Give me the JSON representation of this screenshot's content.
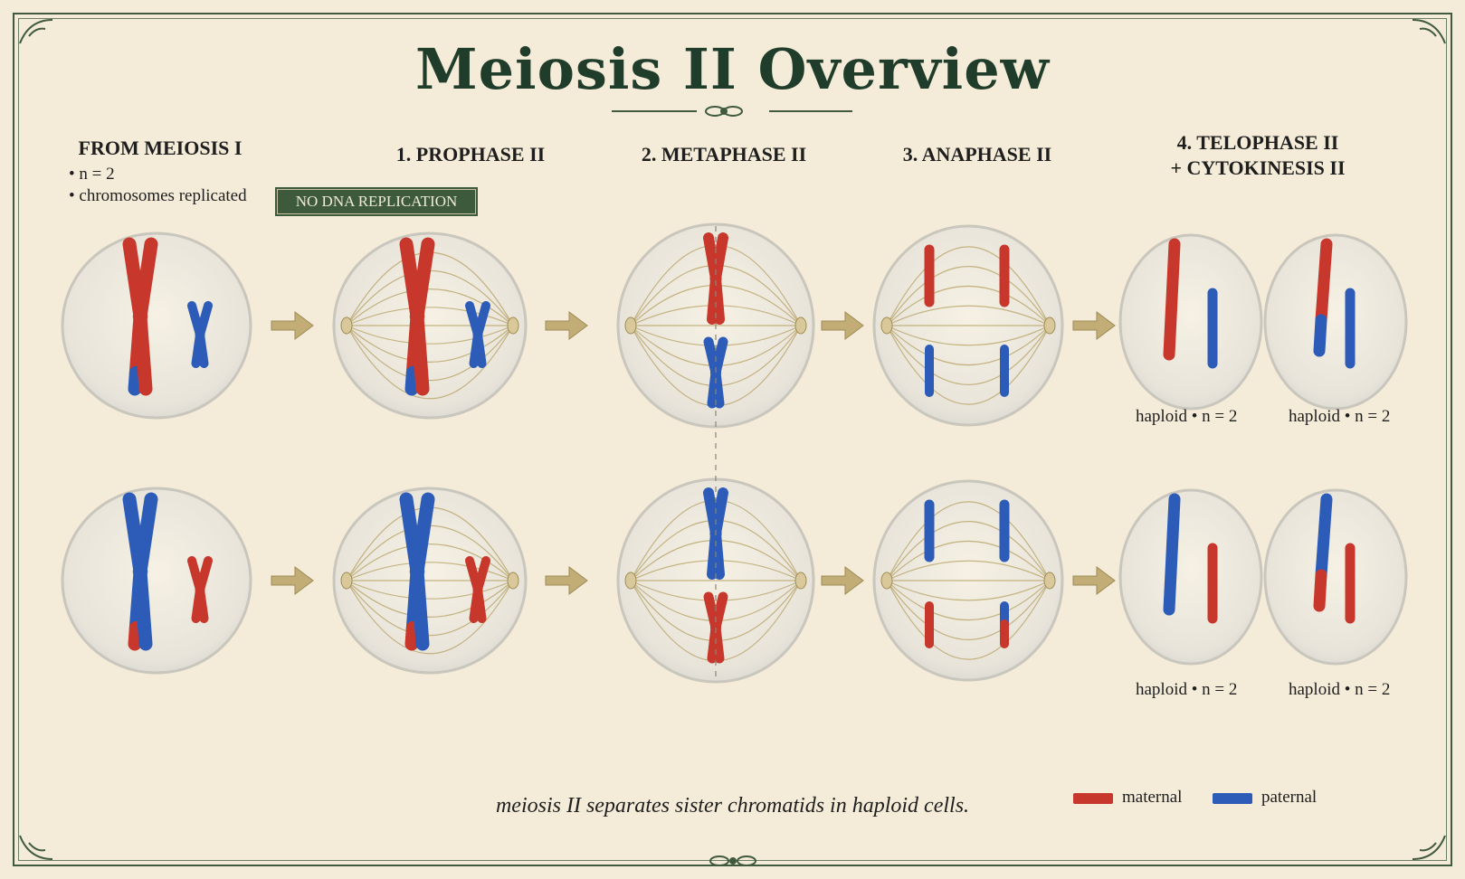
{
  "title": "Meiosis II Overview",
  "headers": {
    "from_meiosis": "FROM MEIOSIS I",
    "prophase": "1. PROPHASE II",
    "metaphase": "2. METAPHASE II",
    "anaphase": "3. ANAPHASE II",
    "telophase_line1": "4. TELOPHASE II",
    "telophase_line2": "+ CYTOKINESIS II"
  },
  "from_meiosis_bullets": [
    "• n = 2",
    "• chromosomes replicated"
  ],
  "banner": "NO DNA REPLICATION",
  "haploid_labels": [
    "haploid • n = 2",
    "haploid • n = 2",
    "haploid • n = 2",
    "haploid • n = 2"
  ],
  "caption": "meiosis II separates sister chromatids in haploid cells.",
  "legend": {
    "maternal": "maternal",
    "paternal": "paternal",
    "maternal_color": "#c8372b",
    "paternal_color": "#2d5bb8"
  }
}
